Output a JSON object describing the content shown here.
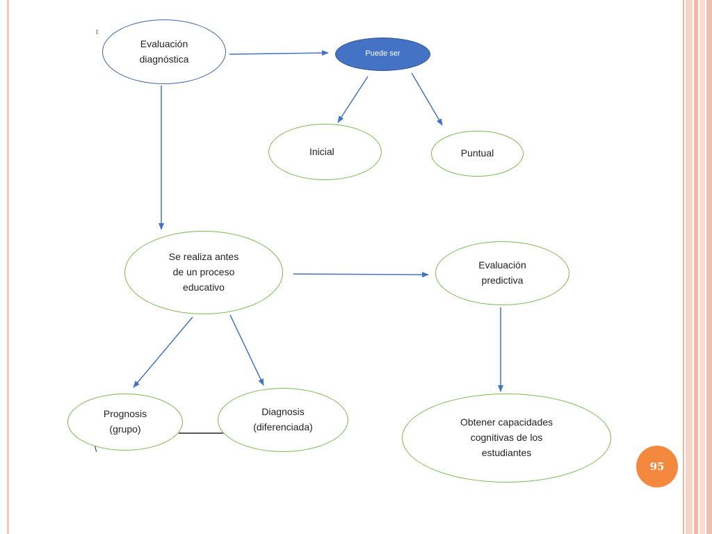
{
  "diagram": {
    "nodes": {
      "evaluacion_diagnostica": "Evaluación\ndiagnóstica",
      "puede_ser": "Puede ser",
      "inicial": "Inicial",
      "puntual": "Puntual",
      "se_realiza_antes": "Se realiza antes\nde un proceso\neducativo",
      "evaluacion_predictiva": "Evaluación\npredictiva",
      "prognosis": "Prognosis\n(grupo)",
      "diagnosis": "Diagnosis\n(diferenciada)",
      "obtener_capacidades": "Obtener capacidades\ncognitivas de los\nestudiantes"
    },
    "marks": {
      "top_left": "I"
    }
  },
  "page_number": "95",
  "colors": {
    "node_blue": "#4472c4",
    "node_green": "#79b84c",
    "arrow": "#4472c4",
    "page_badge": "#f5883f"
  }
}
